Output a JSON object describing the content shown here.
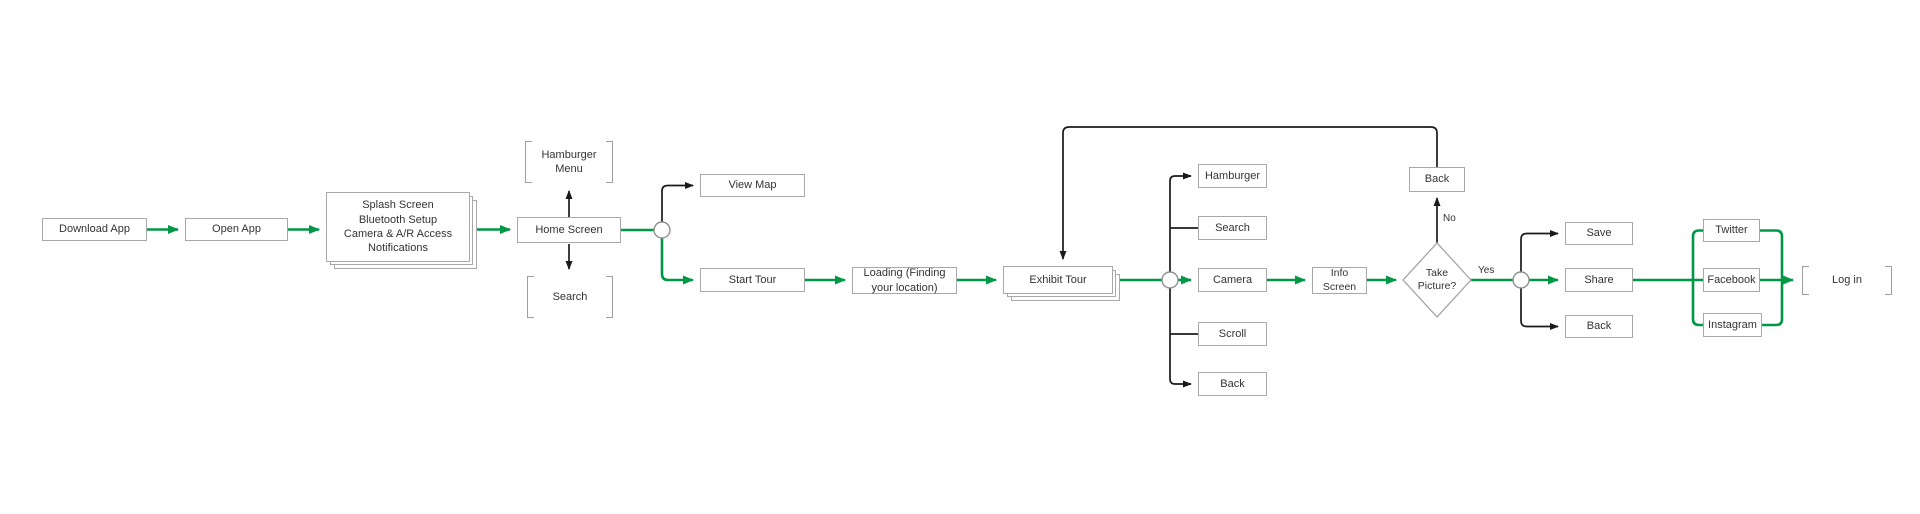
{
  "diagram": {
    "title": "Museum app user-flow diagram",
    "colors": {
      "flow_green": "#009846",
      "secondary_black": "#1b1b1b",
      "box_border": "#a8a8a8",
      "text": "#333333"
    },
    "nodes": {
      "download_app": "Download App",
      "open_app": "Open App",
      "splash": "Splash Screen\nBluetooth Setup\nCamera & A/R Access\nNotifications",
      "hamburger_menu": "Hamburger\nMenu",
      "home_screen": "Home Screen",
      "search_floating": "Search",
      "view_map": "View Map",
      "start_tour": "Start Tour",
      "loading": "Loading (Finding\nyour location)",
      "exhibit_tour": "Exhibit Tour",
      "hamburger": "Hamburger",
      "search": "Search",
      "camera": "Camera",
      "scroll": "Scroll",
      "back_exhibit": "Back",
      "info_screen": "Info\nScreen",
      "take_picture": "Take\nPicture?",
      "back_loop": "Back",
      "save": "Save",
      "share": "Share",
      "back_share": "Back",
      "twitter": "Twitter",
      "facebook": "Facebook",
      "instagram": "Instagram",
      "log_in": "Log in"
    },
    "edge_labels": {
      "yes": "Yes",
      "no": "No"
    }
  }
}
